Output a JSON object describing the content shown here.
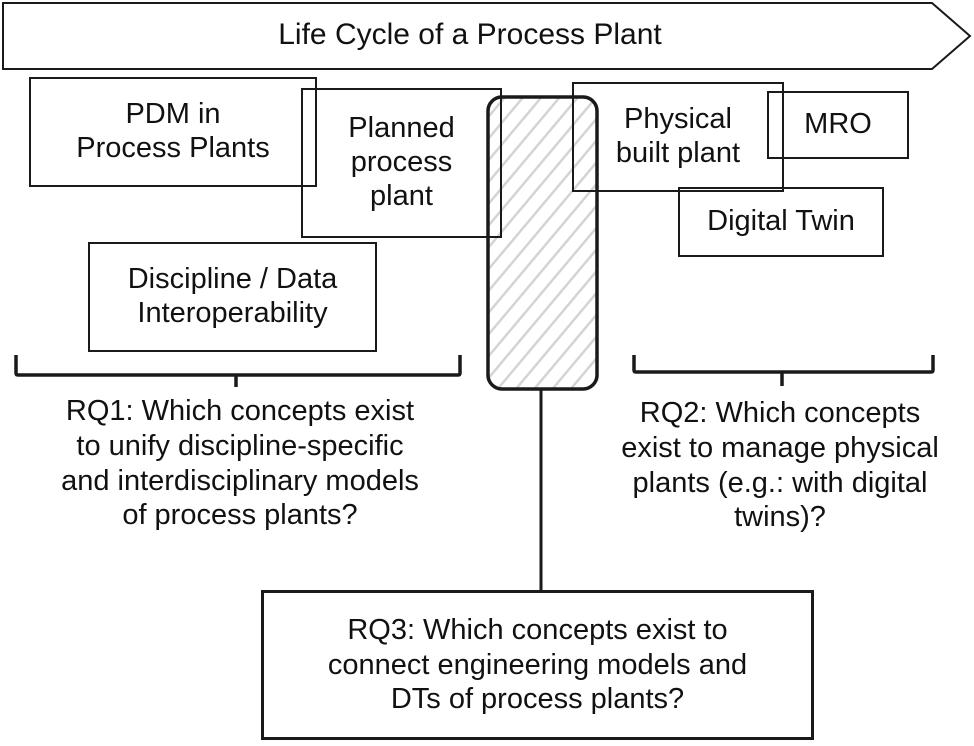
{
  "title_arrow": {
    "label": "Life Cycle of a Process Plant"
  },
  "boxes": {
    "pdm": "PDM in\nProcess Plants",
    "planned": "Planned\nprocess\nplant",
    "interop": "Discipline / Data\nInteroperability",
    "physical": "Physical\nbuilt plant",
    "mro": "MRO",
    "digital_twin": "Digital Twin"
  },
  "research_questions": {
    "rq1": "RQ1: Which concepts exist\nto unify discipline-specific\nand interdisciplinary models\nof process plants?",
    "rq2": "RQ2: Which concepts\nexist to manage physical\nplants (e.g.: with digital\ntwins)?",
    "rq3": "RQ3: Which concepts exist to\nconnect engineering models and\nDTs of process plants?"
  },
  "colors": {
    "stroke": "#1a1a1a",
    "hatch": "#d4d4d4",
    "background": "#ffffff"
  }
}
